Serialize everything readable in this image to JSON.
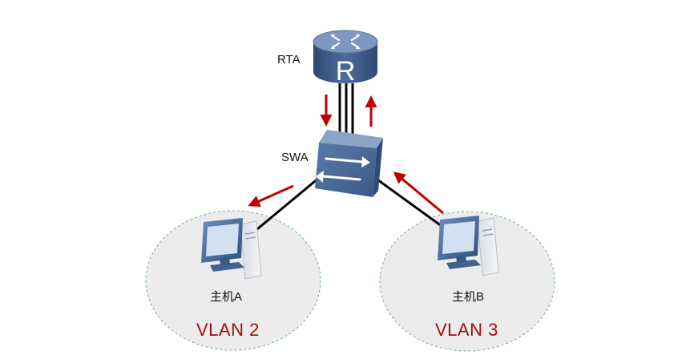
{
  "devices": {
    "router": {
      "label": "RTA",
      "icon": "router-icon",
      "glyph": "R"
    },
    "switch": {
      "label": "SWA",
      "icon": "switch-icon"
    }
  },
  "hosts": [
    {
      "label": "主机A",
      "icon": "pc-icon"
    },
    {
      "label": "主机B",
      "icon": "pc-icon"
    }
  ],
  "vlans": [
    {
      "label": "VLAN 2"
    },
    {
      "label": "VLAN 3"
    }
  ],
  "colors": {
    "arrow": "#c00000",
    "vlan_text": "#a01010",
    "link": "#000000",
    "zone_fill": "#ececec",
    "zone_border": "#6fae8f",
    "router_body": "#3e5a84"
  }
}
